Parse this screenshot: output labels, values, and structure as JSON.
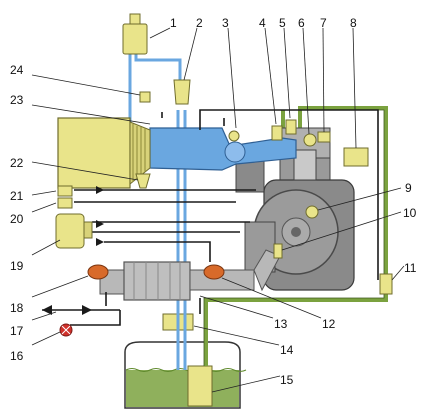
{
  "labels": {
    "l1": "1",
    "l2": "2",
    "l3": "3",
    "l4": "4",
    "l5": "5",
    "l6": "6",
    "l7": "7",
    "l8": "8",
    "l9": "9",
    "l10": "10",
    "l11": "11",
    "l12": "12",
    "l13": "13",
    "l14": "14",
    "l15": "15",
    "l16": "16",
    "l17": "17",
    "l18": "18",
    "l19": "19",
    "l20": "20",
    "l21": "21",
    "l22": "22",
    "l23": "23",
    "l24": "24"
  },
  "colors": {
    "component_yellow": "#e9e48a",
    "component_outline": "#6f6c2c",
    "fuel_green": "#7ba23f",
    "intake_blue": "#6aa7e0",
    "engine_gray": "#8a8a8a",
    "wire_black": "#1a1a1a",
    "indicator_red": "#d0302a",
    "exhaust_pipe": "#b8b8b8",
    "hot_sensor_orange": "#d86a2a"
  }
}
